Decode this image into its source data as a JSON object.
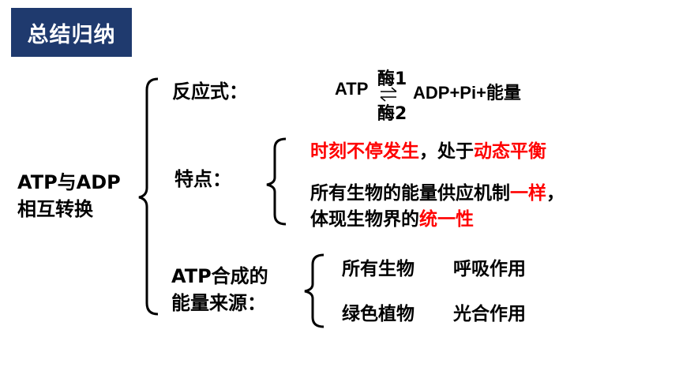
{
  "title": "总结归纳",
  "root": {
    "line1": "ATP与ADP",
    "line2": "相互转换"
  },
  "reaction": {
    "label": "反应式：",
    "left": "ATP",
    "enzyme_forward": "酶1",
    "enzyme_reverse": "酶2",
    "right": "ADP+Pi+能量"
  },
  "features": {
    "label": "特点：",
    "item1_red_a": "时刻不停发生",
    "item1_sep": "，处于",
    "item1_red_b": "动态平衡",
    "item2_text": "所有生物的能量供应机制",
    "item2_red": "一样",
    "item2_end": "，",
    "item3_text": "体现生物界的",
    "item3_red": "统一性"
  },
  "energy_source": {
    "label_line1": "ATP合成的",
    "label_line2": "能量来源：",
    "items": [
      {
        "organism": "所有生物",
        "process": "呼吸作用"
      },
      {
        "organism": "绿色植物",
        "process": "光合作用"
      }
    ]
  },
  "colors": {
    "title_bg": "#1f3a6e",
    "highlight": "#ff0000"
  }
}
